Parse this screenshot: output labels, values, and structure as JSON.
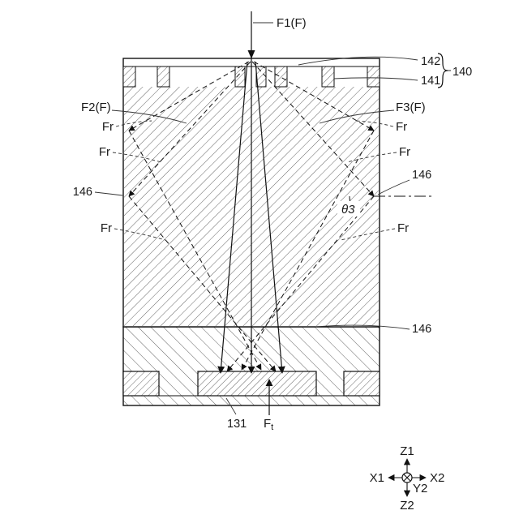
{
  "figure": {
    "force_labels": {
      "f1": "F1(F)",
      "f2": "F2(F)",
      "f3": "F3(F)",
      "fr": "Fr",
      "ft_base": "F",
      "ft_sub": "t"
    },
    "reference_numerals": {
      "n142": "142",
      "n141": "141",
      "n140": "140",
      "n146": "146",
      "n131": "131"
    },
    "angle_label": "θ3",
    "axis_indicator": {
      "z1": "Z1",
      "z2": "Z2",
      "x1": "X1",
      "x2": "X2",
      "y2": "Y2"
    },
    "ink_color": "#1a1a1a"
  }
}
